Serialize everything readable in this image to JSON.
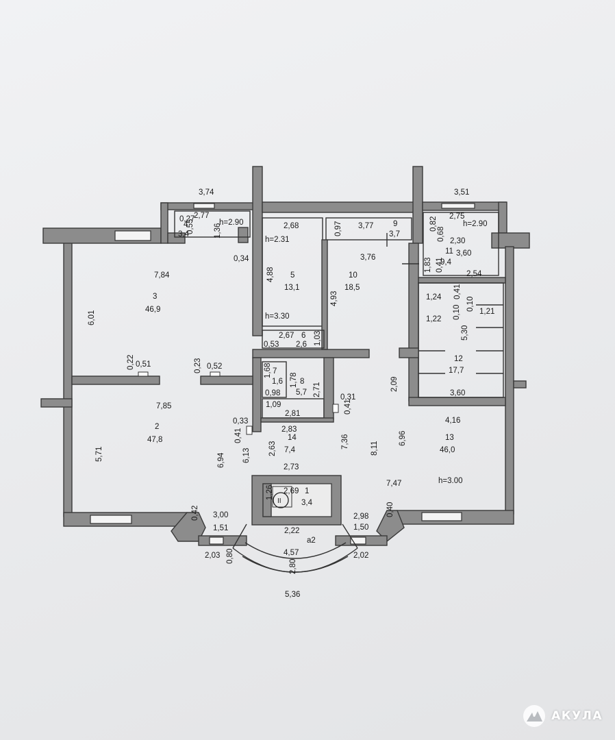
{
  "watermark": {
    "text": "АКУЛА",
    "logo_icon": "shark-fin-mountain-icon",
    "color": "#ffffff"
  },
  "colors": {
    "wall": "#8c8c8c",
    "line": "#333333",
    "paper": "#eceded"
  },
  "rooms": [
    {
      "id": "1",
      "area": "3,4"
    },
    {
      "id": "2",
      "area": "47,8"
    },
    {
      "id": "3",
      "area": "46,9"
    },
    {
      "id": "4",
      "area": "3,4"
    },
    {
      "id": "5",
      "area": "13,1"
    },
    {
      "id": "6",
      "area": "2,6"
    },
    {
      "id": "7",
      "area": "1,6"
    },
    {
      "id": "8",
      "area": "5,7"
    },
    {
      "id": "9",
      "area": "3,7"
    },
    {
      "id": "10",
      "area": "18,5"
    },
    {
      "id": "11",
      "area": "9,4"
    },
    {
      "id": "12",
      "area": "17,7"
    },
    {
      "id": "13",
      "area": "46,0"
    },
    {
      "id": "14",
      "area": "7,4"
    }
  ],
  "labels": {
    "a2": "а2",
    "stair_symbol": "II",
    "heights": [
      "h=2.90",
      "h=2.31",
      "h=3.30",
      "h=2.90",
      "h=3.00"
    ],
    "dims": [
      "3,74",
      "3,51",
      "0,27",
      "2,77",
      "0,55",
      "1,36",
      "2,68",
      "0,97",
      "3,77",
      "0,82",
      "2,75",
      "0,68",
      "2,30",
      "3,60",
      "7,84",
      "0,34",
      "4,88",
      "4,93",
      "3,76",
      "1,83",
      "0,41",
      "2,54",
      "6,01",
      "1,24",
      "0,41",
      "0,10",
      "0,10",
      "1,21",
      "1,22",
      "2,67",
      "0,53",
      "1,03",
      "5,30",
      "0,22",
      "0,51",
      "0,23",
      "0,52",
      "1,68",
      "1,78",
      "2,71",
      "2,09",
      "0,98",
      "1,09",
      "2,81",
      "0,31",
      "0,41",
      "3,60",
      "7,85",
      "0,33",
      "2,83",
      "4,16",
      "0,41",
      "7,36",
      "6,96",
      "5,71",
      "6,94",
      "6,13",
      "2,63",
      "8,11",
      "2,73",
      "7,47",
      "1,26",
      "2,69",
      "0,42",
      "3,00",
      "2,98",
      "0,40",
      "1,51",
      "2,22",
      "1,50",
      "2,03",
      "0,80",
      "4,57",
      "2,02",
      "2,80",
      "5,36"
    ]
  }
}
